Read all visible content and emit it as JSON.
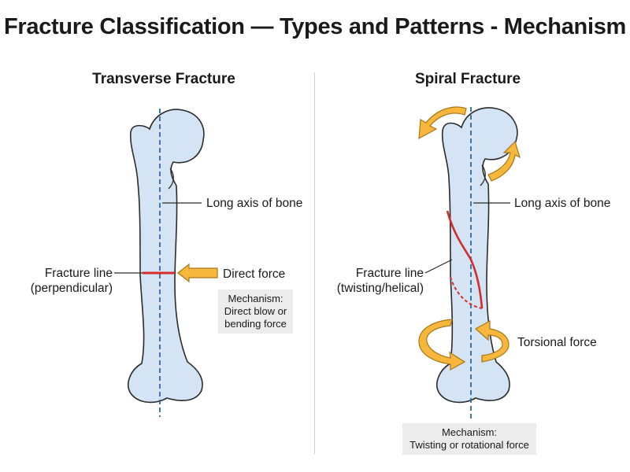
{
  "title": "Fracture Classification — Types and Patterns - Mechanism",
  "colors": {
    "bone_fill": "#d4e4f4",
    "bone_outline": "#2b2b2b",
    "axis_line": "#2f6aa0",
    "fracture_line": "#d42b2b",
    "arrow_fill": "#f6b73c",
    "arrow_outline": "#a87818",
    "mechanism_box": "#ececec"
  },
  "transverse": {
    "title": "Transverse Fracture",
    "axis_label": "Long axis of bone",
    "fracture_label_1": "Fracture line",
    "fracture_label_2": "(perpendicular)",
    "force_label": "Direct force",
    "mechanism": [
      "Mechanism:",
      "Direct blow or",
      "bending force"
    ]
  },
  "spiral": {
    "title": "Spiral Fracture",
    "axis_label": "Long axis of bone",
    "fracture_label_1": "Fracture line",
    "fracture_label_2": "(twisting/helical)",
    "force_label": "Torsional force",
    "mechanism": [
      "Mechanism:",
      "Twisting or rotational force"
    ]
  }
}
